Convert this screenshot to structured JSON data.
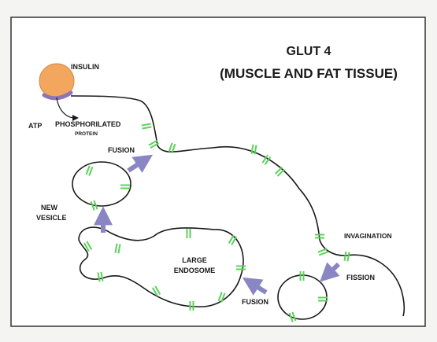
{
  "title": {
    "line1": "GLUT 4",
    "line2": "(MUSCLE AND FAT TISSUE)"
  },
  "labels": {
    "insulin": "INSULIN",
    "atp": "ATP",
    "phosphorilated": "PHOSPHORILATED",
    "protein": "PROTEIN",
    "fusion_top": "FUSION",
    "new_vesicle_1": "NEW",
    "new_vesicle_2": "VESICLE",
    "large_endosome_1": "LARGE",
    "large_endosome_2": "ENDOSOME",
    "invagination": "INVAGINATION",
    "fission": "FISSION",
    "fusion_bottom": "FUSION"
  },
  "colors": {
    "insulin": "#f2a65e",
    "receptor": "#8c74b8",
    "transporter": "#5cd15a",
    "arrow": "#8a86c4",
    "membrane": "#1a1a1a",
    "frame": "#333333"
  }
}
